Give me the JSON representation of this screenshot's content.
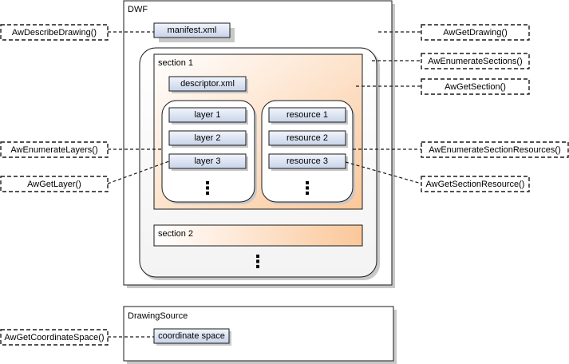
{
  "dwf": {
    "title": "DWF",
    "manifest": "manifest.xml",
    "section1": {
      "title": "section 1",
      "descriptor": "descriptor.xml",
      "layers": [
        "layer 1",
        "layer 2",
        "layer 3"
      ],
      "resources": [
        "resource 1",
        "resource 2",
        "resource 3"
      ],
      "ellipsis": "⋮"
    },
    "section2": {
      "title": "section 2"
    },
    "ellipsis": "⋮"
  },
  "drawing_source": {
    "title": "DrawingSource",
    "coordinate_space": "coordinate space"
  },
  "api": {
    "describe_drawing": "AwDescribeDrawing()",
    "enumerate_layers": "AwEnumerateLayers()",
    "get_layer": "AwGetLayer()",
    "get_coordinate_space": "AwGetCoordinateSpace()",
    "get_drawing": "AwGetDrawing()",
    "enumerate_sections": "AwEnumerateSections()",
    "get_section": "AwGetSection()",
    "enumerate_section_resources": "AwEnumerateSectionResources()",
    "get_section_resource": "AwGetSectionResource()"
  },
  "colors": {
    "item_fill_top": "#f2f5fb",
    "item_fill_bottom": "#c8d4ea",
    "item_border": "#2b2b2b",
    "section_fill_top": "#ffffff",
    "section_fill_bottom": "#fbc79a",
    "shadow": "#c8c8c8"
  }
}
